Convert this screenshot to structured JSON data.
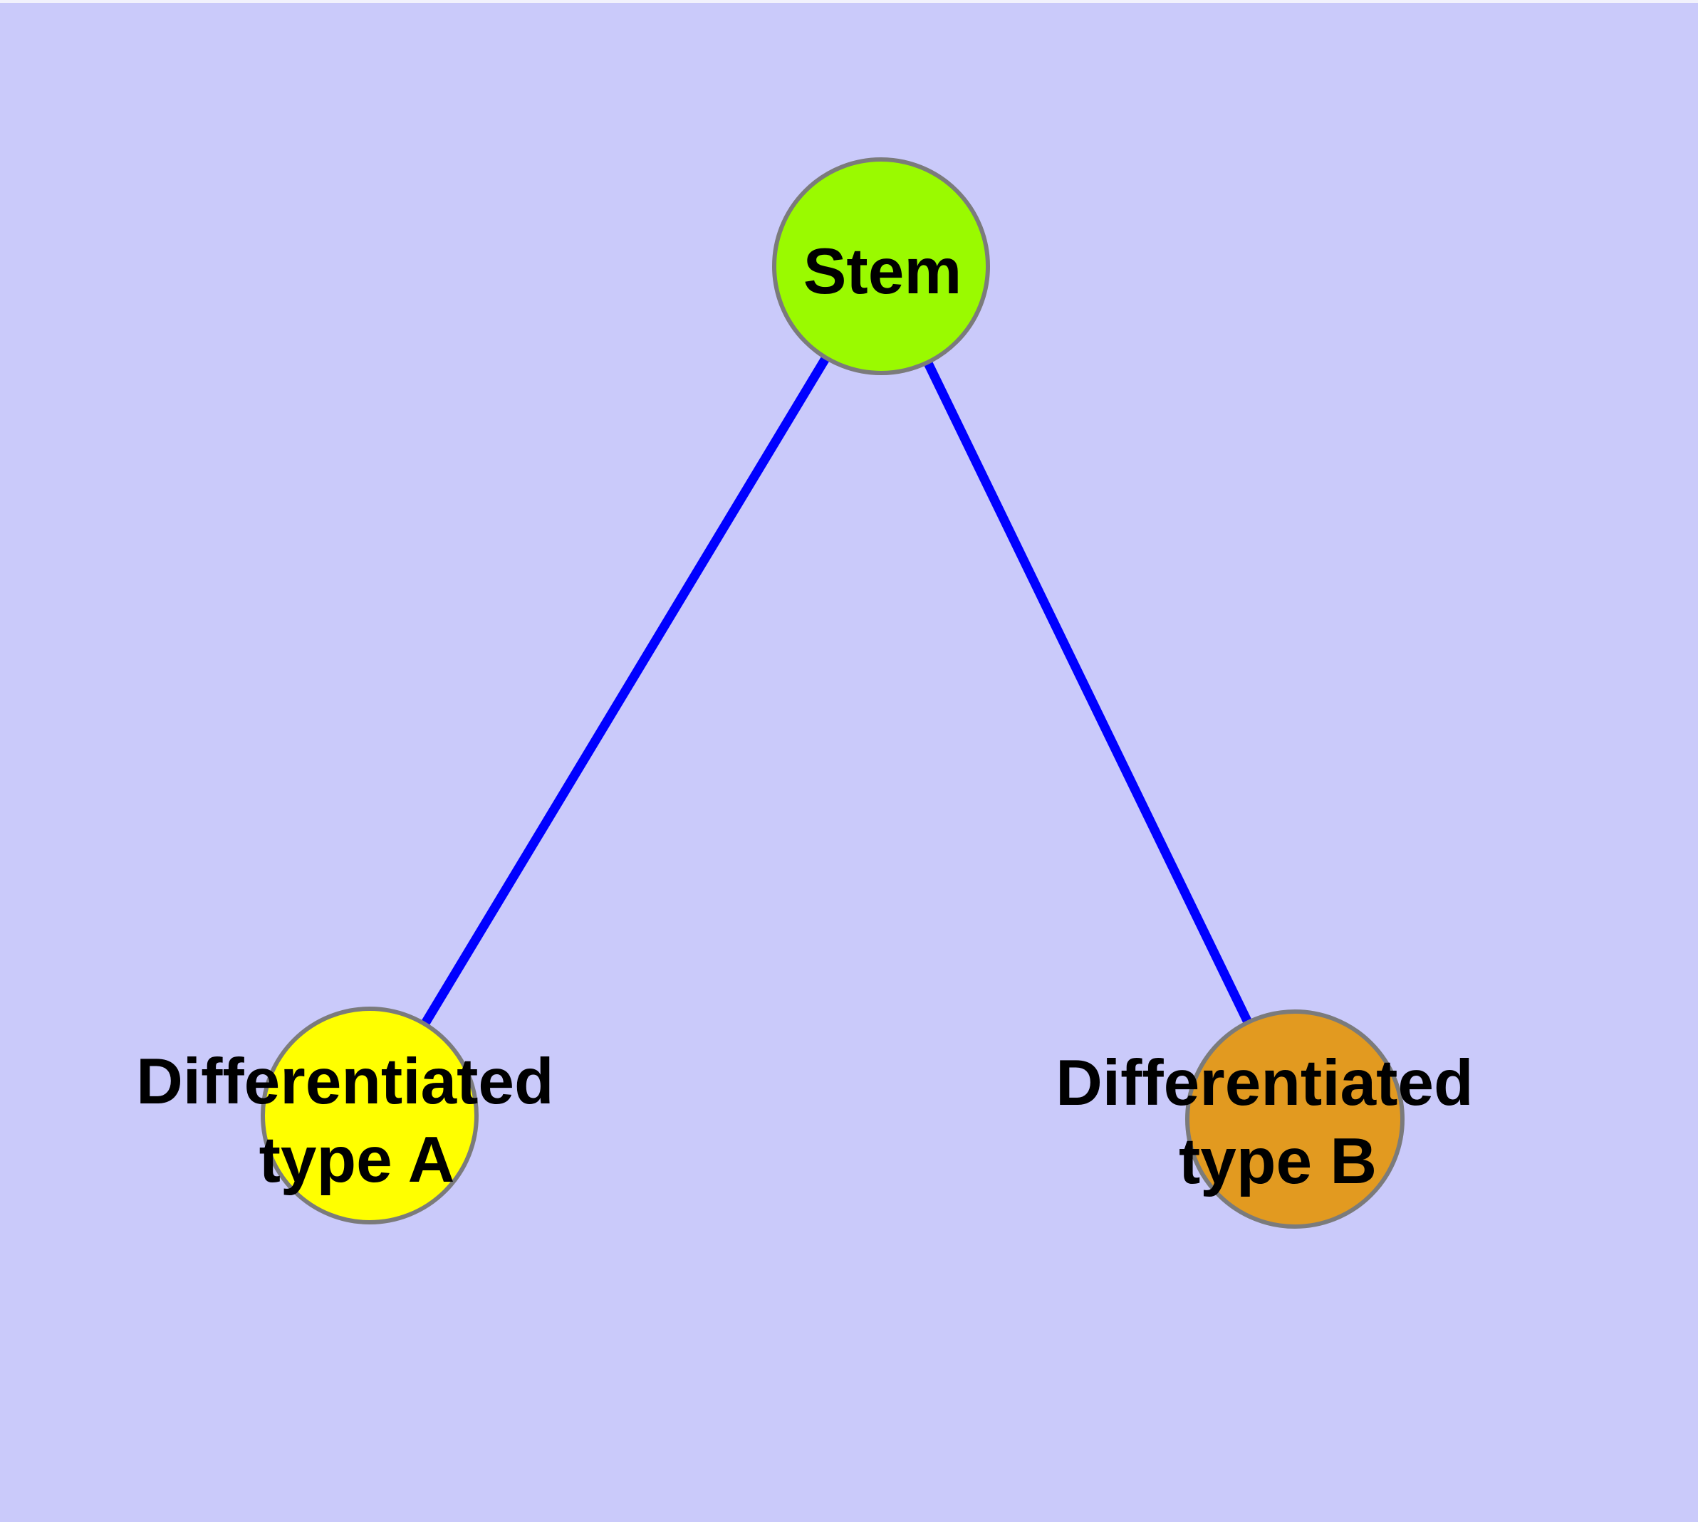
{
  "diagram": {
    "type": "node-link-graph",
    "background_color": "#CACAFA",
    "top_edge_highlight_color": "#F2F2FC",
    "edge_color": "#0000FF",
    "node_border_color": "#7B7B7B",
    "label_color": "#000000",
    "nodes": [
      {
        "id": "stem",
        "label": "Stem",
        "label_lines": [
          "Stem"
        ],
        "fill_color": "#9AFA00"
      },
      {
        "id": "differentiated-type-a",
        "label": "Differentiated type A",
        "label_lines": [
          "Differentiated",
          "type A"
        ],
        "fill_color": "#FFFF00"
      },
      {
        "id": "differentiated-type-b",
        "label": "Differentiated type B",
        "label_lines": [
          "Differentiated",
          "type B"
        ],
        "fill_color": "#E29A20"
      }
    ],
    "edges": [
      {
        "from": "stem",
        "to": "differentiated-type-a"
      },
      {
        "from": "stem",
        "to": "differentiated-type-b"
      }
    ]
  }
}
